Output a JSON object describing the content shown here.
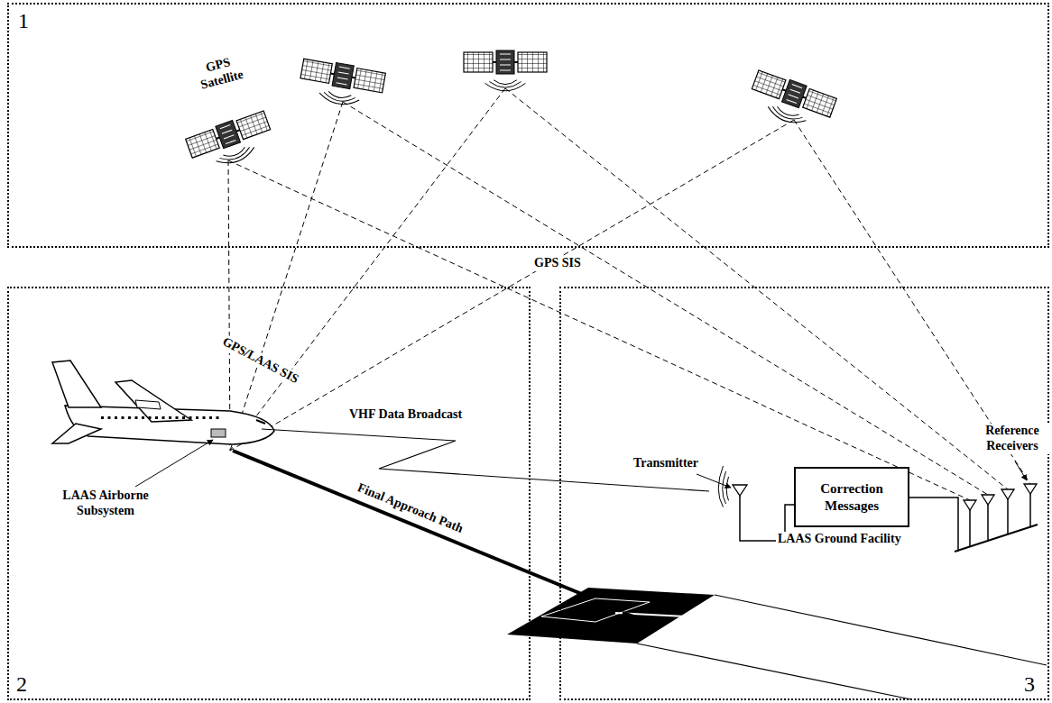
{
  "diagram": {
    "nodes": [
      {
        "text": [
          "1"
        ]
      },
      {
        "text": [
          "2"
        ]
      },
      {
        "text": [
          "3"
        ]
      },
      {
        "text": [
          "Correction Messages"
        ],
        "in": 2
      }
    ],
    "labels": [
      "GPS Satellite",
      "GPS SIS",
      "GPS/LAAS SIS",
      "VHF Data Broadcast",
      "Transmitter",
      "Reference Receivers",
      "LAAS Airborne Subsystem",
      "Final Approach Path",
      "LAAS Ground Facility"
    ]
  }
}
